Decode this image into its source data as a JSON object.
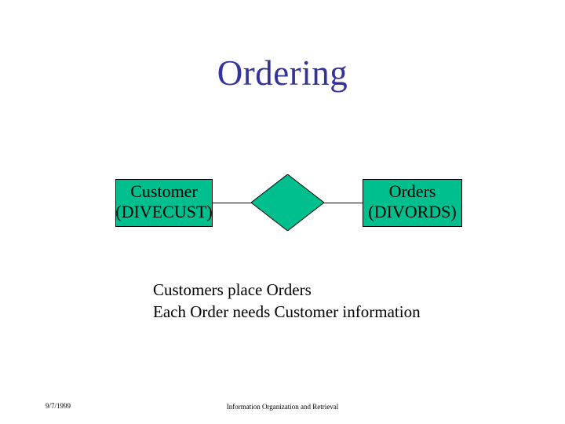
{
  "slide": {
    "title": "Ordering",
    "background_color": "#FFFFFF",
    "title_color": "#333399"
  },
  "diagram": {
    "type": "entity-relationship",
    "entity_fill_color": "#00BF8F",
    "entity_border_color": "#000000",
    "entities": [
      {
        "name": "Customer",
        "code": "(DIVECUST)"
      },
      {
        "name": "Orders",
        "code": "(DIVORDS)"
      }
    ],
    "relationship": {
      "label": "",
      "shape": "diamond",
      "fill_color": "#00BF8F"
    },
    "connectors": [
      {
        "from": "Customer",
        "to": "relationship"
      },
      {
        "from": "relationship",
        "to": "Orders"
      }
    ]
  },
  "body": {
    "lines": [
      "Customers place Orders",
      "Each Order needs Customer information"
    ]
  },
  "footer": {
    "date": "9/7/1999",
    "center_text": "Information Organization and Retrieval"
  }
}
